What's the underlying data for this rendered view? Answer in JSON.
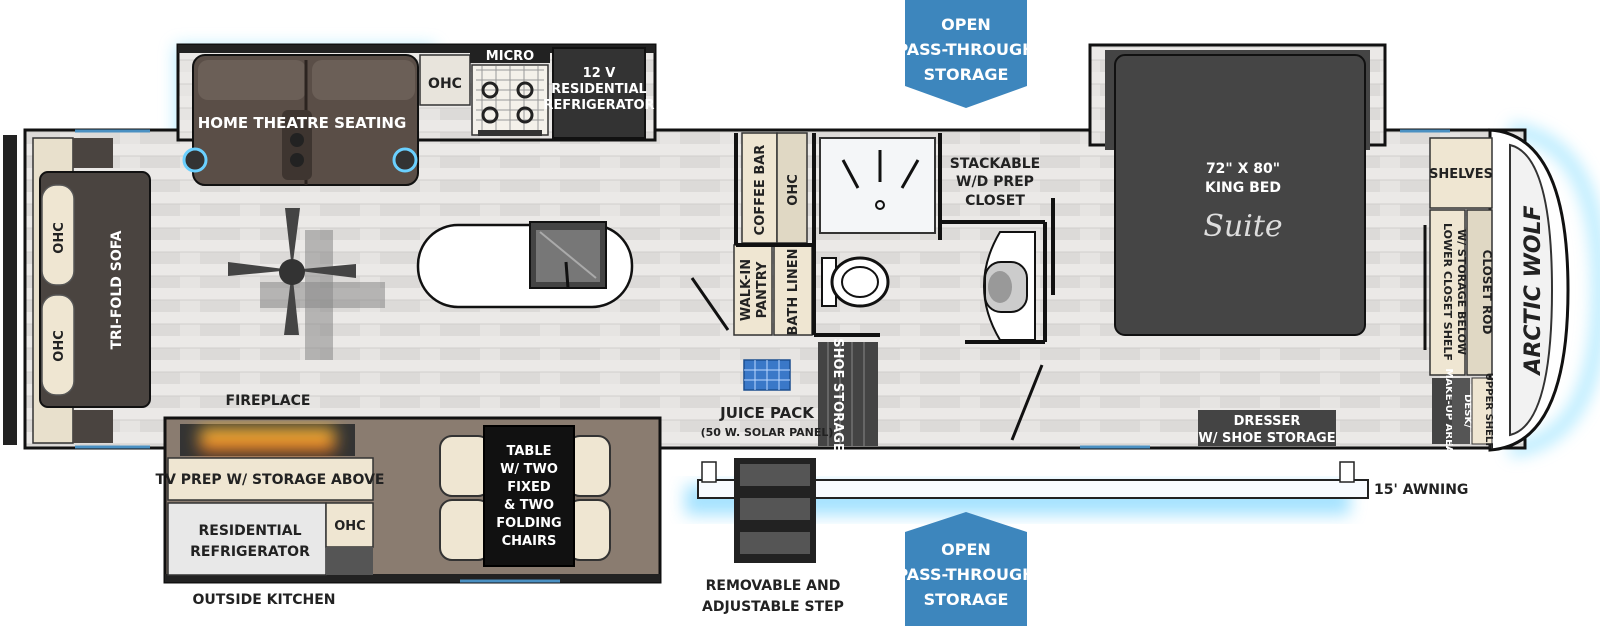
{
  "storage_top": [
    "OPEN",
    "PASS-THROUGH",
    "STORAGE"
  ],
  "storage_bottom": [
    "OPEN",
    "PASS-THROUGH",
    "STORAGE"
  ],
  "micro": "MICRO",
  "ohc_top": "OHC",
  "refrigerator_12v": [
    "12 V",
    "RESIDENTIAL",
    "REFRIGERATOR"
  ],
  "home_theatre": "HOME THEATRE SEATING",
  "sofa_ohc_top": "OHC",
  "sofa_ohc_bottom": "OHC",
  "tri_fold_sofa": "TRI-FOLD SOFA",
  "fireplace": "FIREPLACE",
  "tv_prep": "TV PREP W/ STORAGE ABOVE",
  "residential_refrigerator": [
    "RESIDENTIAL",
    "REFRIGERATOR"
  ],
  "kitchen_ohc": "OHC",
  "outside_kitchen": "OUTSIDE KITCHEN",
  "table": [
    "TABLE",
    "W/ TWO",
    "FIXED",
    "& TWO",
    "FOLDING",
    "CHAIRS"
  ],
  "coffee_bar": "COFFEE BAR",
  "coffee_ohc": "OHC",
  "walk_in_pantry": [
    "WALK-IN",
    "PANTRY"
  ],
  "bath_linen": "BATH LINEN",
  "juice_pack": "JUICE PACK",
  "solar_panel": "(50 W. SOLAR PANEL)",
  "shoe_storage": "SHOE STORAGE",
  "removable_step": [
    "REMOVABLE AND",
    "ADJUSTABLE STEP"
  ],
  "stackable_wd": [
    "STACKABLE",
    "W/D PREP",
    "CLOSET"
  ],
  "king_bed": [
    "72\" X 80\"",
    "KING BED"
  ],
  "suite_logo": "Suite",
  "shelves": "SHELVES",
  "lower_closet": [
    "LOWER CLOSET SHELF",
    "W/ STORAGE BELOW"
  ],
  "closet_rod": "CLOSET ROD",
  "make_up_area": "MAKE-UP AREA",
  "desk": "DESK/",
  "upper_shelf": "UPPER SHELF",
  "dresser": [
    "DRESSER",
    "W/ SHOE STORAGE"
  ],
  "awning": "15' AWNING",
  "brand": "ARCTIC WOLF",
  "colors": {
    "accent_blue": "#4a90c2",
    "dark_grey": "#555555",
    "floor": "#e4e2e0",
    "glow": "#6ad0ff"
  }
}
